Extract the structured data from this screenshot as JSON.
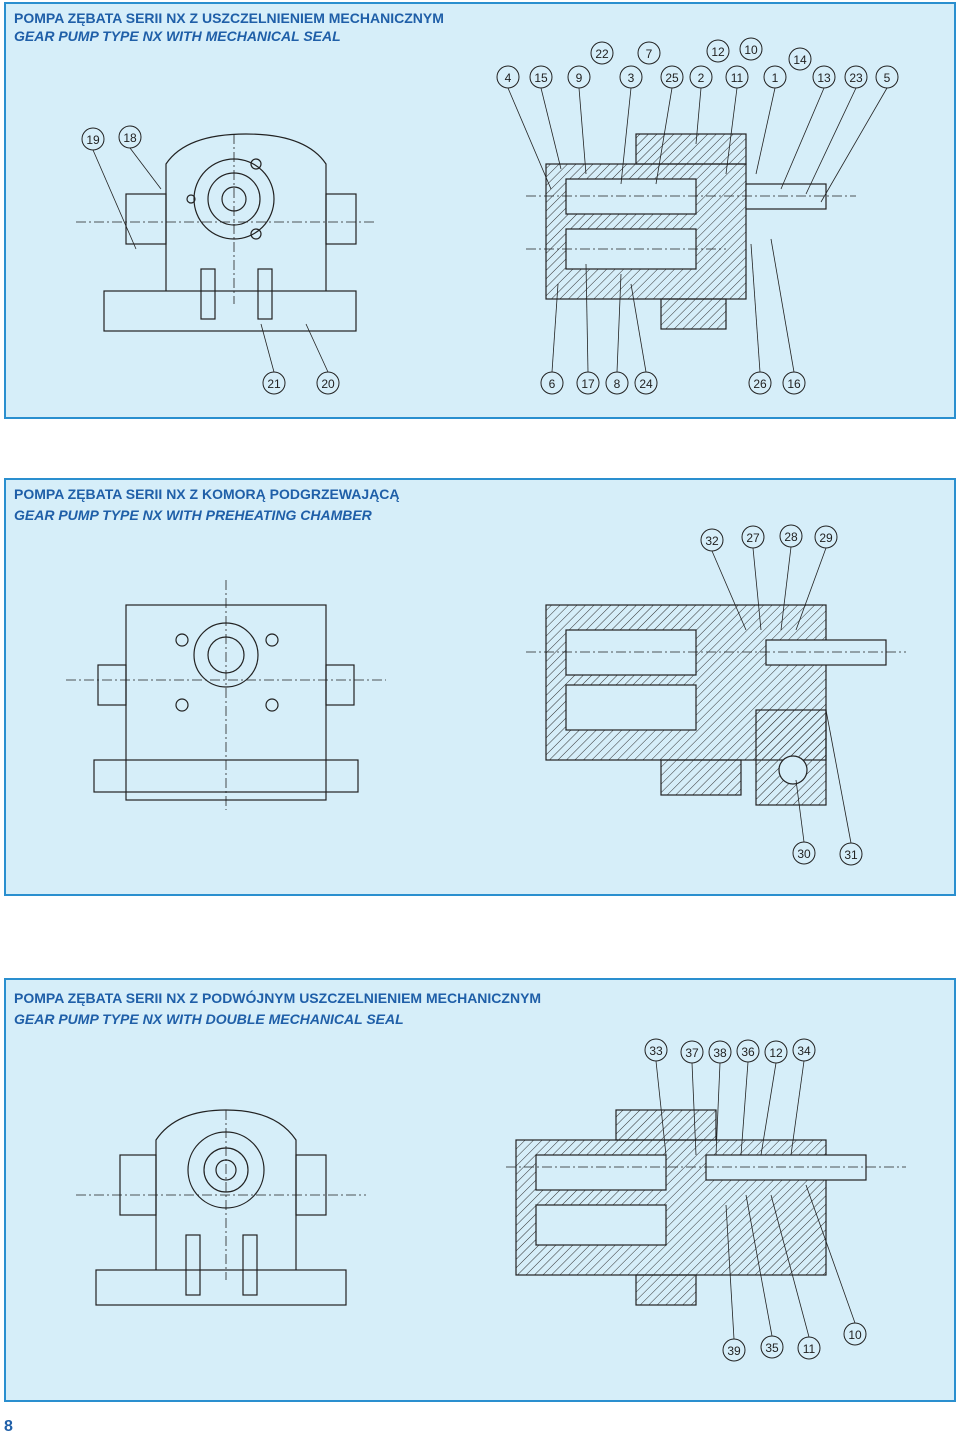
{
  "sections": [
    {
      "title_pl": "POMPA ZĘBATA SERII NX Z USZCZELNIENIEM MECHANICZNYM",
      "title_en": "GEAR PUMP TYPE NX WITH MECHANICAL SEAL",
      "callouts": [
        "4",
        "15",
        "9",
        "22",
        "3",
        "7",
        "25",
        "2",
        "12",
        "11",
        "10",
        "1",
        "14",
        "13",
        "23",
        "5",
        "19",
        "18",
        "21",
        "20",
        "6",
        "17",
        "8",
        "24",
        "26",
        "16"
      ]
    },
    {
      "title_pl": "POMPA ZĘBATA SERII NX Z KOMORĄ PODGRZEWAJĄCĄ",
      "title_en": "GEAR PUMP TYPE NX WITH PREHEATING CHAMBER",
      "callouts": [
        "32",
        "27",
        "28",
        "29",
        "30",
        "31"
      ]
    },
    {
      "title_pl": "POMPA ZĘBATA SERII NX Z PODWÓJNYM USZCZELNIENIEM MECHANICZNYM",
      "title_en": "GEAR PUMP TYPE NX WITH DOUBLE MECHANICAL SEAL",
      "callouts": [
        "33",
        "37",
        "38",
        "36",
        "12",
        "34",
        "39",
        "35",
        "11",
        "10"
      ]
    }
  ],
  "page_number": "8"
}
